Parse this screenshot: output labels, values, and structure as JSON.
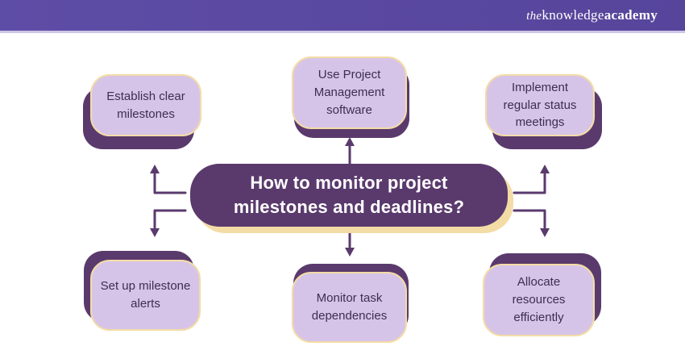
{
  "header": {
    "logo_the": "the",
    "logo_knowledge": "knowledge",
    "logo_academy": "academy"
  },
  "center": {
    "question": "How to monitor project milestones and deadlines?"
  },
  "nodes": [
    {
      "label": "Establish clear milestones"
    },
    {
      "label": "Use Project Management software"
    },
    {
      "label": "Implement regular status meetings"
    },
    {
      "label": "Set up milestone alerts"
    },
    {
      "label": "Monitor task dependencies"
    },
    {
      "label": "Allocate resources efficiently"
    }
  ],
  "colors": {
    "header_bg": "#5a489e",
    "header_strip": "#cdc5e6",
    "node_fill": "#d6c4e8",
    "node_border": "#f3dca6",
    "node_shadow": "#5a3a6d",
    "node_text": "#3d2d52",
    "center_fill": "#5a3a6d",
    "center_shadow": "#f3dca6",
    "center_text": "#ffffff",
    "arrow": "#5a3a6d",
    "background": "#ffffff"
  }
}
